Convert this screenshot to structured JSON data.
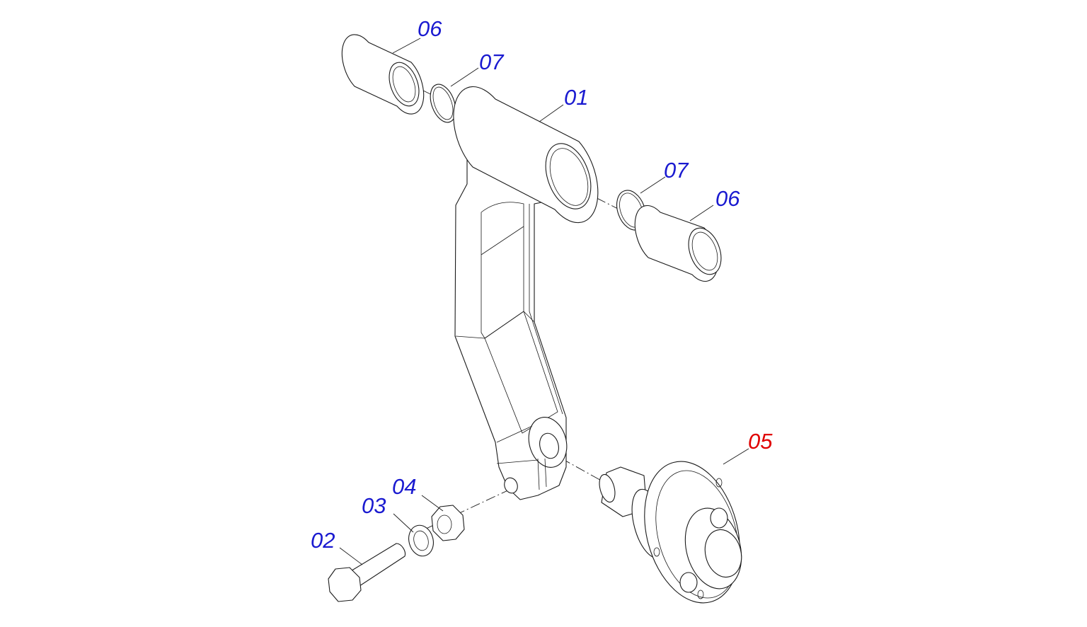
{
  "colors": {
    "callout_default": "#1a1ad0",
    "callout_highlight": "#e00000",
    "line": "#1a1a1a"
  },
  "callouts": {
    "bushing_top": "06",
    "ring_top": "07",
    "arm": "01",
    "ring_right": "07",
    "bushing_right": "06",
    "hub": "05",
    "nut": "04",
    "washer": "03",
    "bolt": "02"
  },
  "highlighted_callout": "hub"
}
